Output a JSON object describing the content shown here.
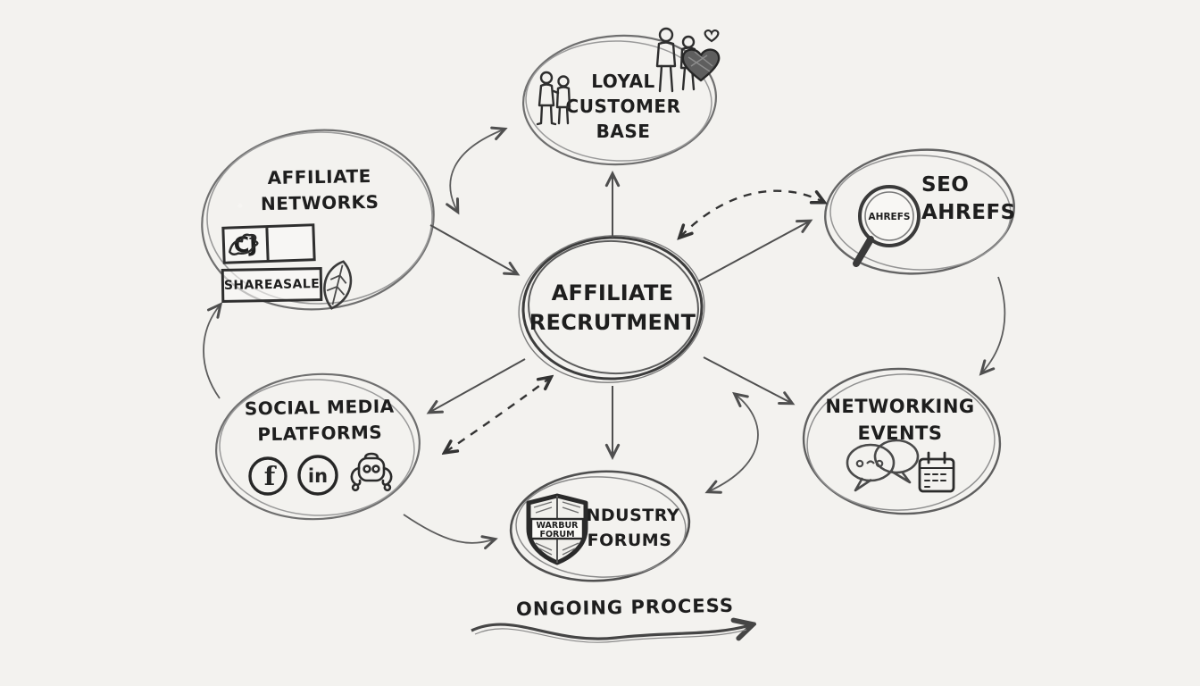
{
  "colors": {
    "paper": "#f3f2ef",
    "ink": "#1e1e1e",
    "pencil_light": "#8a8a8a",
    "pencil_mid": "#5f5f5f",
    "pencil_dark": "#3c3c3c"
  },
  "nodes": {
    "center": {
      "line1": "AFFILIATE",
      "line2": "RECRUTMENT"
    },
    "loyal": {
      "line1": "LOYAL",
      "line2": "CUSTOMER",
      "line3": "BASE"
    },
    "networks": {
      "line1": "AFFILIATE",
      "line2": "NETWORKS",
      "badge_cj": "CJ",
      "badge_shareasale": "SHAREASALE"
    },
    "seo": {
      "line1": "SEO",
      "line2": "AHREFS",
      "magnifier_label": "AHREFS"
    },
    "social": {
      "line1": "SOCIAL MEDIA",
      "line2": "PLATFORMS",
      "facebook_label": "f",
      "linkedin_label": "in"
    },
    "networking": {
      "line1": "NETWORKING",
      "line2": "EVENTS"
    },
    "forums": {
      "line1": "INDUSTRY",
      "line2": "FORUMS",
      "shield_line1": "WARBUR",
      "shield_line2": "FORUM"
    }
  },
  "footer": {
    "label": "ONGOING PROCESS"
  }
}
